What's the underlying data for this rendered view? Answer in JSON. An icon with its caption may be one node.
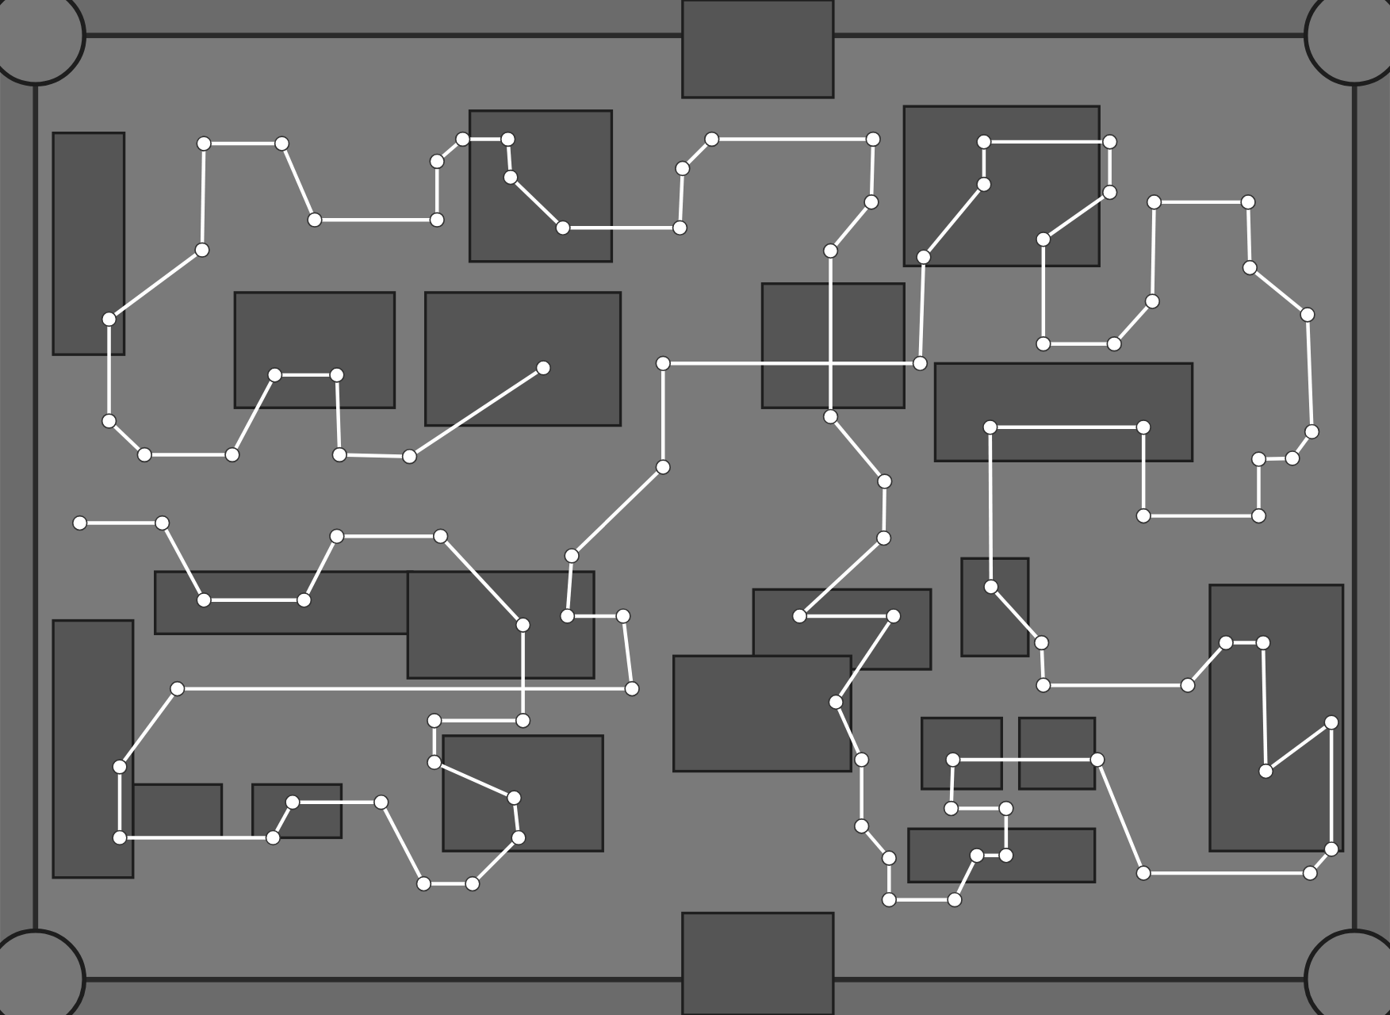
{
  "diagram": {
    "nodes": [
      {
        "text": [],
        "shape": "circle"
      },
      {
        "text": [],
        "shape": "circle"
      },
      {
        "text": [],
        "shape": "circle"
      },
      {
        "text": [],
        "shape": "circle"
      },
      {
        "text": [],
        "shape": "circle"
      },
      {
        "text": [],
        "shape": "circle"
      },
      {
        "text": [],
        "shape": "circle"
      },
      {
        "text": [],
        "shape": "circle"
      },
      {
        "text": [],
        "shape": "circle"
      },
      {
        "text": [],
        "shape": "circle"
      },
      {
        "text": [],
        "shape": "circle"
      },
      {
        "text": [],
        "shape": "circle"
      },
      {
        "text": [],
        "shape": "circle"
      },
      {
        "text": [],
        "shape": "circle"
      },
      {
        "text": [],
        "shape": "circle"
      },
      {
        "text": [],
        "shape": "circle"
      },
      {
        "text": [],
        "shape": "circle"
      },
      {
        "text": [],
        "shape": "circle"
      },
      {
        "text": [],
        "shape": "circle"
      },
      {
        "text": [],
        "shape": "circle"
      },
      {
        "text": [],
        "shape": "circle"
      },
      {
        "text": [],
        "shape": "circle"
      },
      {
        "text": [],
        "shape": "circle"
      },
      {
        "text": [],
        "shape": "circle"
      },
      {
        "text": [],
        "shape": "circle"
      },
      {
        "text": [],
        "shape": "circle"
      },
      {
        "text": [],
        "shape": "circle"
      },
      {
        "text": [],
        "shape": "circle"
      },
      {
        "text": [],
        "shape": "circle"
      },
      {
        "text": [],
        "shape": "circle"
      },
      {
        "text": [],
        "shape": "circle"
      },
      {
        "text": [],
        "shape": "circle"
      },
      {
        "text": [],
        "shape": "circle"
      },
      {
        "text": [],
        "shape": "circle"
      },
      {
        "text": [],
        "shape": "circle"
      },
      {
        "text": [],
        "shape": "circle"
      },
      {
        "text": [],
        "shape": "circle"
      },
      {
        "text": [],
        "shape": "circle"
      },
      {
        "text": [],
        "shape": "circle"
      },
      {
        "text": [],
        "shape": "circle"
      },
      {
        "text": [],
        "shape": "circle"
      },
      {
        "text": [],
        "shape": "circle"
      },
      {
        "text": [],
        "shape": "circle"
      },
      {
        "text": [],
        "shape": "circle"
      },
      {
        "text": [],
        "shape": "circle"
      },
      {
        "text": [],
        "shape": "circle"
      },
      {
        "text": [],
        "shape": "circle"
      },
      {
        "text": [],
        "shape": "circle"
      },
      {
        "text": [],
        "shape": "circle"
      },
      {
        "text": [],
        "shape": "circle"
      },
      {
        "text": [],
        "shape": "circle"
      },
      {
        "text": [],
        "shape": "circle"
      },
      {
        "text": [],
        "shape": "circle"
      },
      {
        "text": [],
        "shape": "circle"
      },
      {
        "text": [],
        "shape": "circle"
      },
      {
        "text": [],
        "shape": "circle"
      },
      {
        "text": [],
        "shape": "circle"
      },
      {
        "text": [],
        "shape": "circle"
      },
      {
        "text": [],
        "shape": "circle"
      },
      {
        "text": [],
        "shape": "circle"
      },
      {
        "text": [],
        "shape": "circle"
      },
      {
        "text": [],
        "shape": "circle"
      },
      {
        "text": [],
        "shape": "circle"
      },
      {
        "text": [],
        "shape": "circle"
      },
      {
        "text": [],
        "shape": "circle"
      },
      {
        "text": [],
        "shape": "circle"
      },
      {
        "text": [],
        "shape": "circle"
      },
      {
        "text": [],
        "shape": "circle"
      },
      {
        "text": [],
        "shape": "circle"
      },
      {
        "text": [],
        "shape": "circle"
      },
      {
        "text": [],
        "shape": "circle"
      },
      {
        "text": [],
        "shape": "circle"
      },
      {
        "text": [],
        "shape": "circle"
      },
      {
        "text": [],
        "shape": "circle"
      },
      {
        "text": [],
        "shape": "circle"
      },
      {
        "text": [],
        "shape": "circle"
      },
      {
        "text": [],
        "shape": "circle"
      },
      {
        "text": [],
        "shape": "circle"
      },
      {
        "text": [],
        "shape": "circle"
      },
      {
        "text": [],
        "shape": "circle"
      },
      {
        "text": [],
        "shape": "circle"
      },
      {
        "text": [],
        "shape": "circle"
      },
      {
        "text": [],
        "shape": "circle"
      },
      {
        "text": [],
        "shape": "circle"
      },
      {
        "text": [],
        "shape": "circle"
      },
      {
        "text": [],
        "shape": "circle"
      },
      {
        "text": [],
        "shape": "circle"
      },
      {
        "text": [],
        "shape": "circle"
      },
      {
        "text": [],
        "shape": "circle"
      },
      {
        "text": [],
        "shape": "circle"
      },
      {
        "text": [],
        "shape": "circle"
      },
      {
        "text": [],
        "shape": "circle"
      },
      {
        "text": [],
        "shape": "circle"
      },
      {
        "text": [],
        "shape": "circle"
      },
      {
        "text": [],
        "shape": "circle"
      },
      {
        "text": [],
        "shape": "circle"
      },
      {
        "text": [],
        "shape": "circle"
      },
      {
        "text": [],
        "shape": "circle"
      },
      {
        "text": [],
        "shape": "circle"
      },
      {
        "text": [],
        "shape": "circle"
      }
    ],
    "edges": [
      {
        "from": 0,
        "to": 1,
        "arrow": "none"
      },
      {
        "from": 1,
        "to": 2,
        "arrow": "none"
      },
      {
        "from": 2,
        "to": 3,
        "arrow": "none"
      },
      {
        "from": 3,
        "to": 4,
        "arrow": "none"
      },
      {
        "from": 4,
        "to": 5,
        "arrow": "none"
      },
      {
        "from": 5,
        "to": 6,
        "arrow": "none"
      },
      {
        "from": 6,
        "to": 7,
        "arrow": "none"
      },
      {
        "from": 7,
        "to": 8,
        "arrow": "none"
      },
      {
        "from": 8,
        "to": 9,
        "arrow": "none"
      },
      {
        "from": 9,
        "to": 10,
        "arrow": "none"
      },
      {
        "from": 10,
        "to": 11,
        "arrow": "none"
      },
      {
        "from": 11,
        "to": 12,
        "arrow": "none"
      },
      {
        "from": 12,
        "to": 13,
        "arrow": "none"
      },
      {
        "from": 13,
        "to": 14,
        "arrow": "none"
      },
      {
        "from": 14,
        "to": 15,
        "arrow": "none"
      },
      {
        "from": 15,
        "to": 16,
        "arrow": "none"
      },
      {
        "from": 16,
        "to": 17,
        "arrow": "none"
      },
      {
        "from": 17,
        "to": 18,
        "arrow": "none"
      },
      {
        "from": 18,
        "to": 19,
        "arrow": "none"
      },
      {
        "from": 19,
        "to": 20,
        "arrow": "none"
      },
      {
        "from": 20,
        "to": 21,
        "arrow": "none"
      },
      {
        "from": 21,
        "to": 22,
        "arrow": "none"
      },
      {
        "from": 22,
        "to": 23,
        "arrow": "none"
      },
      {
        "from": 23,
        "to": 24,
        "arrow": "none"
      },
      {
        "from": 24,
        "to": 25,
        "arrow": "none"
      },
      {
        "from": 25,
        "to": 26,
        "arrow": "none"
      },
      {
        "from": 26,
        "to": 27,
        "arrow": "none"
      },
      {
        "from": 27,
        "to": 28,
        "arrow": "none"
      },
      {
        "from": 28,
        "to": 29,
        "arrow": "none"
      },
      {
        "from": 29,
        "to": 30,
        "arrow": "none"
      },
      {
        "from": 30,
        "to": 31,
        "arrow": "none"
      },
      {
        "from": 31,
        "to": 32,
        "arrow": "none"
      },
      {
        "from": 32,
        "to": 33,
        "arrow": "none"
      },
      {
        "from": 33,
        "to": 34,
        "arrow": "none"
      },
      {
        "from": 34,
        "to": 35,
        "arrow": "none"
      },
      {
        "from": 35,
        "to": 36,
        "arrow": "none"
      },
      {
        "from": 36,
        "to": 37,
        "arrow": "none"
      },
      {
        "from": 37,
        "to": 38,
        "arrow": "none"
      },
      {
        "from": 38,
        "to": 39,
        "arrow": "none"
      },
      {
        "from": 39,
        "to": 40,
        "arrow": "none"
      },
      {
        "from": 40,
        "to": 41,
        "arrow": "none"
      },
      {
        "from": 41,
        "to": 42,
        "arrow": "none"
      },
      {
        "from": 42,
        "to": 43,
        "arrow": "none"
      },
      {
        "from": 43,
        "to": 44,
        "arrow": "none"
      },
      {
        "from": 44,
        "to": 45,
        "arrow": "none"
      },
      {
        "from": 45,
        "to": 46,
        "arrow": "none"
      },
      {
        "from": 46,
        "to": 47,
        "arrow": "none"
      },
      {
        "from": 47,
        "to": 48,
        "arrow": "none"
      },
      {
        "from": 48,
        "to": 49,
        "arrow": "none"
      },
      {
        "from": 49,
        "to": 50,
        "arrow": "none"
      },
      {
        "from": 50,
        "to": 51,
        "arrow": "none"
      },
      {
        "from": 51,
        "to": 52,
        "arrow": "none"
      },
      {
        "from": 52,
        "to": 53,
        "arrow": "none"
      },
      {
        "from": 53,
        "to": 54,
        "arrow": "none"
      },
      {
        "from": 54,
        "to": 55,
        "arrow": "none"
      },
      {
        "from": 55,
        "to": 56,
        "arrow": "none"
      },
      {
        "from": 56,
        "to": 57,
        "arrow": "none"
      },
      {
        "from": 57,
        "to": 58,
        "arrow": "none"
      },
      {
        "from": 58,
        "to": 59,
        "arrow": "none"
      },
      {
        "from": 59,
        "to": 60,
        "arrow": "none"
      },
      {
        "from": 60,
        "to": 61,
        "arrow": "none"
      },
      {
        "from": 61,
        "to": 62,
        "arrow": "none"
      },
      {
        "from": 62,
        "to": 63,
        "arrow": "none"
      },
      {
        "from": 63,
        "to": 64,
        "arrow": "none"
      },
      {
        "from": 64,
        "to": 65,
        "arrow": "none"
      },
      {
        "from": 65,
        "to": 66,
        "arrow": "none"
      },
      {
        "from": 66,
        "to": 67,
        "arrow": "none"
      },
      {
        "from": 67,
        "to": 68,
        "arrow": "none"
      },
      {
        "from": 68,
        "to": 69,
        "arrow": "none"
      },
      {
        "from": 69,
        "to": 70,
        "arrow": "none"
      },
      {
        "from": 70,
        "to": 71,
        "arrow": "none"
      },
      {
        "from": 71,
        "to": 72,
        "arrow": "none"
      },
      {
        "from": 72,
        "to": 73,
        "arrow": "none"
      },
      {
        "from": 73,
        "to": 74,
        "arrow": "none"
      },
      {
        "from": 74,
        "to": 75,
        "arrow": "none"
      },
      {
        "from": 75,
        "to": 76,
        "arrow": "none"
      },
      {
        "from": 76,
        "to": 77,
        "arrow": "none"
      },
      {
        "from": 77,
        "to": 78,
        "arrow": "none"
      },
      {
        "from": 78,
        "to": 79,
        "arrow": "none"
      },
      {
        "from": 79,
        "to": 80,
        "arrow": "none"
      },
      {
        "from": 80,
        "to": 81,
        "arrow": "none"
      },
      {
        "from": 81,
        "to": 82,
        "arrow": "none"
      },
      {
        "from": 82,
        "to": 83,
        "arrow": "none"
      },
      {
        "from": 83,
        "to": 84,
        "arrow": "none"
      },
      {
        "from": 84,
        "to": 85,
        "arrow": "none"
      },
      {
        "from": 85,
        "to": 86,
        "arrow": "none"
      },
      {
        "from": 86,
        "to": 87,
        "arrow": "none"
      },
      {
        "from": 87,
        "to": 88,
        "arrow": "none"
      },
      {
        "from": 88,
        "to": 89,
        "arrow": "none"
      },
      {
        "from": 89,
        "to": 90,
        "arrow": "none"
      },
      {
        "from": 90,
        "to": 91,
        "arrow": "none"
      },
      {
        "from": 91,
        "to": 92,
        "arrow": "none"
      },
      {
        "from": 92,
        "to": 93,
        "arrow": "none"
      },
      {
        "from": 93,
        "to": 94,
        "arrow": "none"
      },
      {
        "from": 94,
        "to": 95,
        "arrow": "none"
      },
      {
        "from": 95,
        "to": 96,
        "arrow": "none"
      },
      {
        "from": 96,
        "to": 97,
        "arrow": "none"
      },
      {
        "from": 97,
        "to": 98,
        "arrow": "none"
      },
      {
        "from": 98,
        "to": 99,
        "arrow": "none"
      }
    ]
  }
}
